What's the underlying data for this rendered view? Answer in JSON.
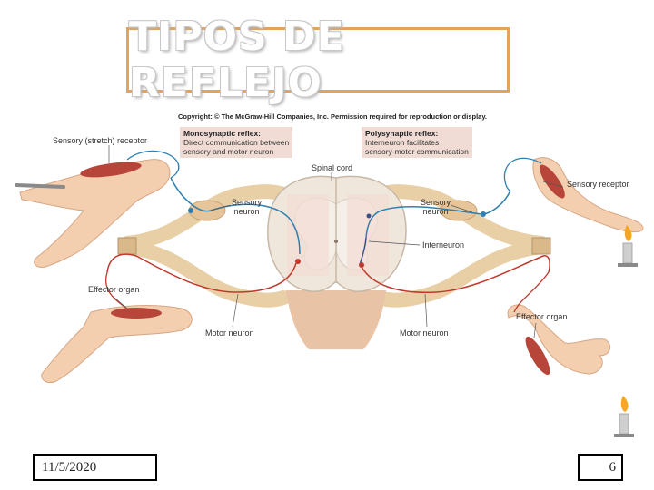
{
  "slide": {
    "title": "TIPOS DE REFLEJO",
    "copyright": "Copyright: © The McGraw-Hill Companies, Inc. Permission required for reproduction or display.",
    "date": "11/5/2020",
    "page_number": "6"
  },
  "diagram": {
    "mono_box": {
      "heading": "Monosynaptic reflex:",
      "line1": "Direct communication between",
      "line2": "sensory and motor neuron"
    },
    "poly_box": {
      "heading": "Polysynaptic reflex:",
      "line1": "Interneuron facilitates",
      "line2": "sensory-motor communication"
    },
    "labels": {
      "sensory_stretch_receptor": "Sensory (stretch) receptor",
      "spinal_cord": "Spinal cord",
      "sensory_neuron_left_1": "Sensory",
      "sensory_neuron_left_2": "neuron",
      "sensory_neuron_right_1": "Sensory",
      "sensory_neuron_right_2": "neuron",
      "interneuron": "Interneuron",
      "sensory_receptor": "Sensory receptor",
      "effector_organ_left": "Effector organ",
      "effector_organ_right": "Effector organ",
      "motor_neuron_left": "Motor neuron",
      "motor_neuron_right": "Motor neuron"
    }
  }
}
